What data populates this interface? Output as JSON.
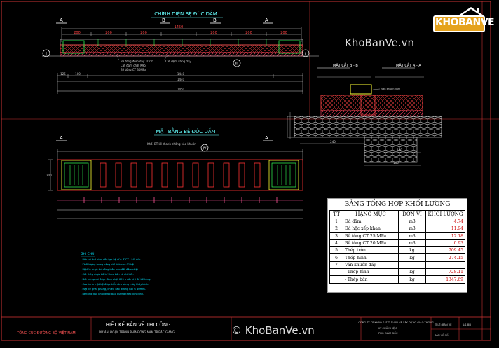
{
  "titles": {
    "elevation": "CHÍNH DIỆN BỆ ĐÚC DẦM",
    "plan": "MẶT BẰNG BỆ ĐÚC DẦM",
    "section_bb": "MẶT CẮT B - B",
    "section_aa": "MẶT CẮT A - A"
  },
  "markers": {
    "a": "A",
    "b": "B",
    "c1": "I",
    "c2": "II",
    "c3": "III",
    "c4": "IV"
  },
  "dims": {
    "total1": "1450",
    "total2": "1440",
    "d1": "200",
    "d2": "100",
    "d3": "170",
    "left1": "125",
    "plan_side": "200",
    "sec1": "240",
    "sec2": "100",
    "sec3": "160"
  },
  "notes_small": {
    "e1": "Bê tông đệm dày 10cm",
    "e2": "Cát đầm chặt K95",
    "e3": "Bê tông CT 30MPa",
    "e4": "Cát đệm vàng dày",
    "p1": "Khối BT kê thanh chống vào khuôn",
    "s1": "Ván khuôn dầm"
  },
  "notes": {
    "title": "GHI CHÚ:",
    "lines": [
      "- Bản vẽ thể hiện cấu tạo bệ đúc BTCT - Lối đúc.",
      "- Khối lượng trong bảng chỉ tính cho 01 bệ.",
      "- Bệ đúc được thi công trên nền đất đầm chặt.",
      "- Cốt thép được bố trí theo bản vẽ chi tiết.",
      "- Đất nền phải được đầm chặt K95 trước khi đổ bê tông.",
      "- Cao trình mặt bệ được kiểm tra bằng máy thủy bình.",
      "- Mặt bệ phải phẳng, chiều cao đường nối ≤ 40mm.",
      "- Bê tông đúc phải được bảo dưỡng theo quy định."
    ]
  },
  "table": {
    "title": "BẢNG TỔNG HỢP KHỐI LƯỢNG",
    "headers": [
      "TT",
      "HẠNG MỤC",
      "ĐƠN VỊ",
      "KHỐI LƯỢNG"
    ],
    "rows": [
      {
        "tt": "1",
        "item": "Đá dăm",
        "unit": "m3",
        "qty": "4.74"
      },
      {
        "tt": "2",
        "item": "Đá hộc xếp khan",
        "unit": "m3",
        "qty": "11.94"
      },
      {
        "tt": "3",
        "item": "Bê tông CT 25 MPa",
        "unit": "m3",
        "qty": "12.18"
      },
      {
        "tt": "4",
        "item": "Bê tông CT 20 MPa",
        "unit": "m3",
        "qty": "0.93"
      },
      {
        "tt": "5",
        "item": "Thép tròn",
        "unit": "kg",
        "qty": "709.45"
      },
      {
        "tt": "6",
        "item": "Thép hình",
        "unit": "kg",
        "qty": "274.15"
      },
      {
        "tt": "7",
        "item": "Ván khuôn đáy",
        "unit": "",
        "qty": ""
      },
      {
        "tt": "",
        "item": "- Thép hình",
        "unit": "kg",
        "qty": "728.11"
      },
      {
        "tt": "",
        "item": "- Thép bản",
        "unit": "kg",
        "qty": "1347.69"
      }
    ]
  },
  "title_block": {
    "agency": "TỔNG CỤC ĐƯỜNG BỘ VIỆT NAM",
    "stage": "THIẾT KẾ BẢN VẼ THI CÔNG",
    "project": "DỰ ÁN: ĐOẠN TRÁNH PHÍA ĐÔNG NAM TP BẮC GIANG",
    "company": "CÔNG TY CP KHẢO SÁT TƯ VẤN VÀ XÂY DỰNG GIAO THÔNG",
    "role1": "KT CHỦ NHIỆM",
    "role2": "PHÓ GIÁM ĐỐC",
    "sheet": "TỈ LỆ: BẢN VẼ",
    "sheet_no": "1/1 BD",
    "sheet_label": "BẢN VẼ SỐ"
  },
  "watermark": {
    "logo": "KHOBANVE",
    "top": "KhoBanVe.vn",
    "bottom": "© KhoBanVe.vn"
  },
  "colors": {
    "line_main": "#ff3333",
    "line_dim": "#d0d0d0",
    "line_cyan": "#00e5ff",
    "line_green": "#33ff55",
    "line_yellow": "#ffff33",
    "hatch_pink": "#ff5599",
    "title_cyan": "#66ffff"
  }
}
